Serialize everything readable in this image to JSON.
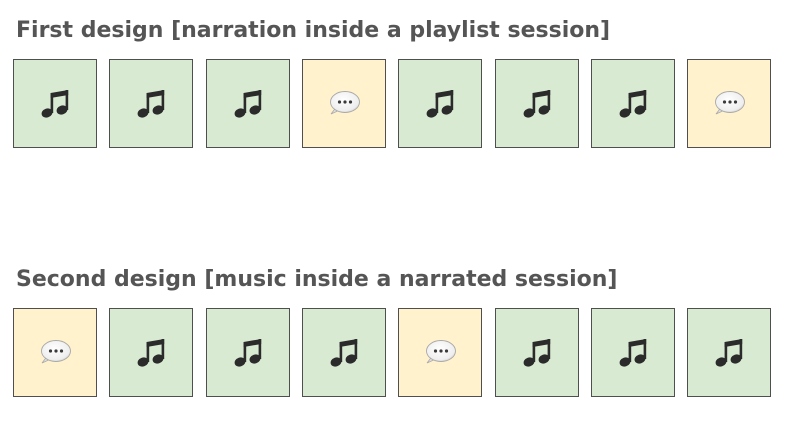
{
  "designs": [
    {
      "title": "First design [narration inside a playlist session]",
      "tiles": [
        "music",
        "music",
        "music",
        "speech",
        "music",
        "music",
        "music",
        "speech"
      ]
    },
    {
      "title": "Second design [music inside a narrated session]",
      "tiles": [
        "speech",
        "music",
        "music",
        "music",
        "speech",
        "music",
        "music",
        "music"
      ]
    }
  ],
  "tile_types": {
    "music": {
      "icon": "music-note-icon",
      "color": "#d9ead3"
    },
    "speech": {
      "icon": "speech-bubble-icon",
      "color": "#fff2cc"
    }
  },
  "colors": {
    "title": "#555555",
    "border": "#4f4f4f"
  }
}
